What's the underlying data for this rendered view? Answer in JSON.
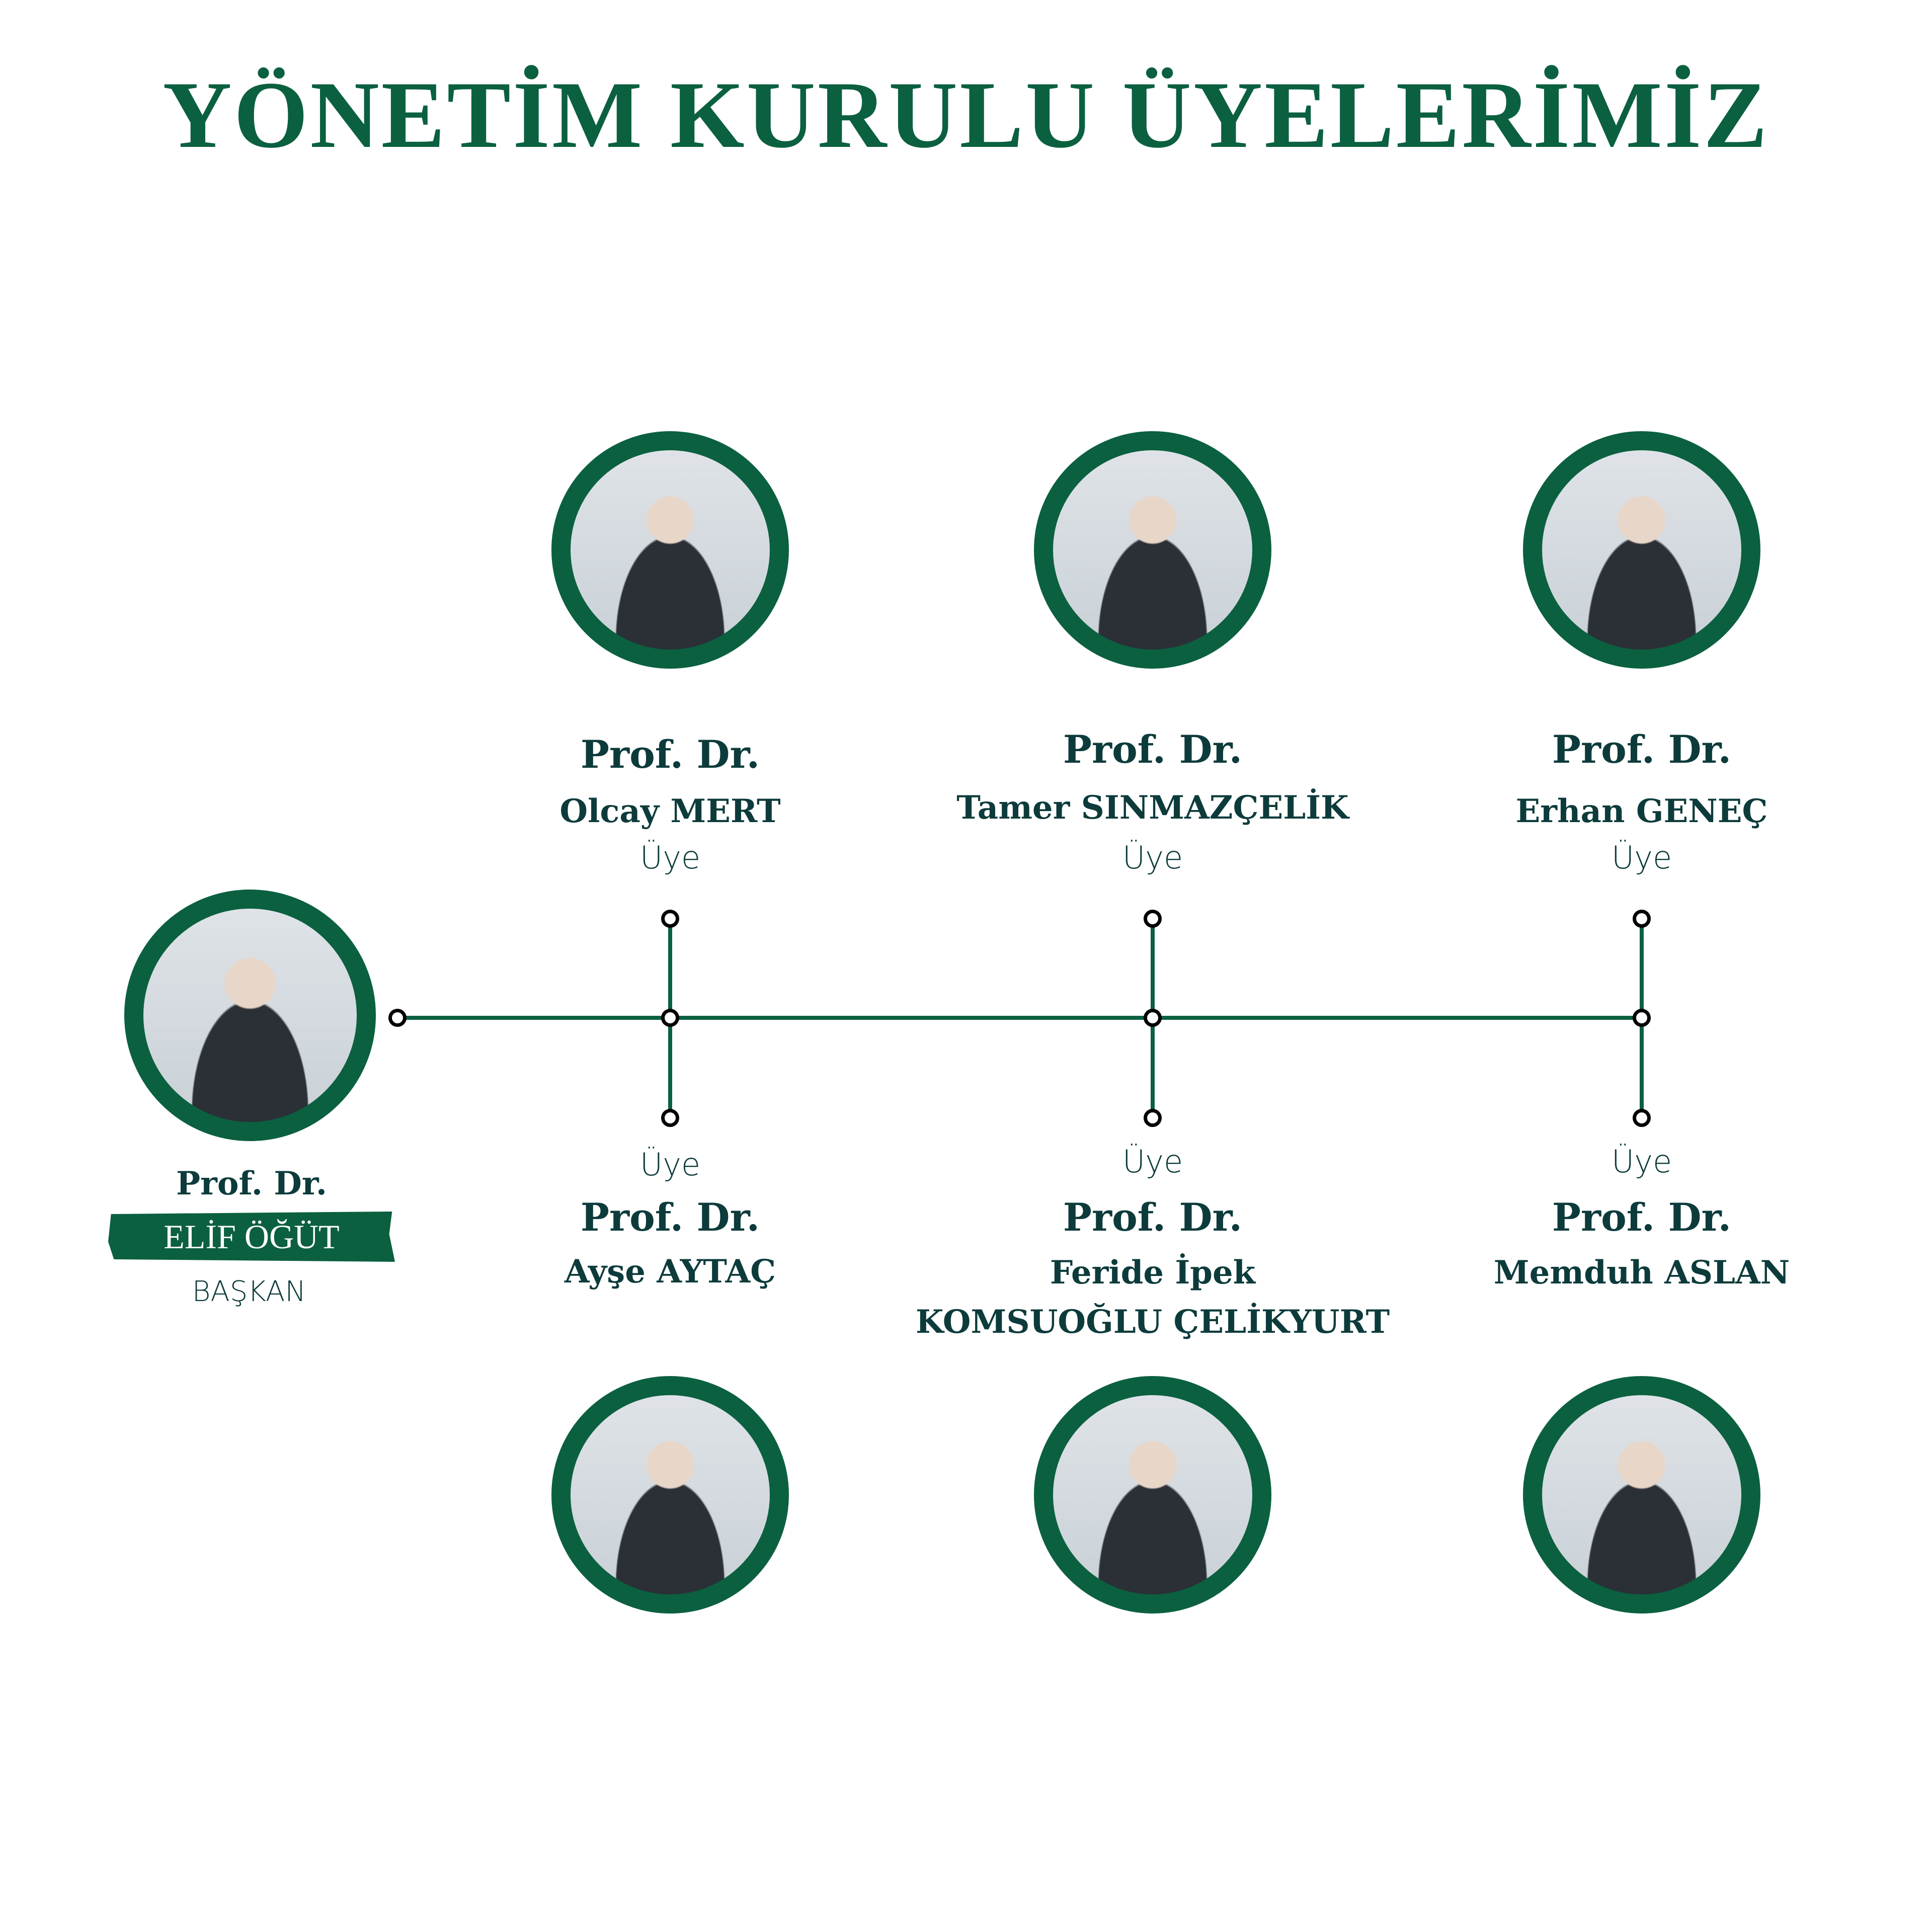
{
  "title": "YÖNETİM KURULU ÜYELERİMİZ",
  "chair": {
    "title": "Prof. Dr.",
    "name": "ELİF ÖĞÜT",
    "role": "BAŞKAN"
  },
  "members_top": [
    {
      "title": "Prof. Dr.",
      "name": "Olcay MERT",
      "role": "Üye"
    },
    {
      "title": "Prof. Dr.",
      "name": "Tamer SINMAZÇELİK",
      "role": "Üye"
    },
    {
      "title": "Prof. Dr.",
      "name": "Erhan GENEÇ",
      "role": "Üye"
    }
  ],
  "members_bottom": [
    {
      "title": "Prof. Dr.",
      "name": "Ayşe AYTAÇ",
      "role": "Üye"
    },
    {
      "title": "Prof. Dr.",
      "name": "Feride İpek",
      "name2": "KOMSUOĞLU ÇELİKYURT",
      "role": "Üye"
    },
    {
      "title": "Prof. Dr.",
      "name": "Memduh ASLAN",
      "role": "Üye"
    }
  ],
  "colors": {
    "accent": "#0b6040",
    "text": "#0d3b3b"
  }
}
